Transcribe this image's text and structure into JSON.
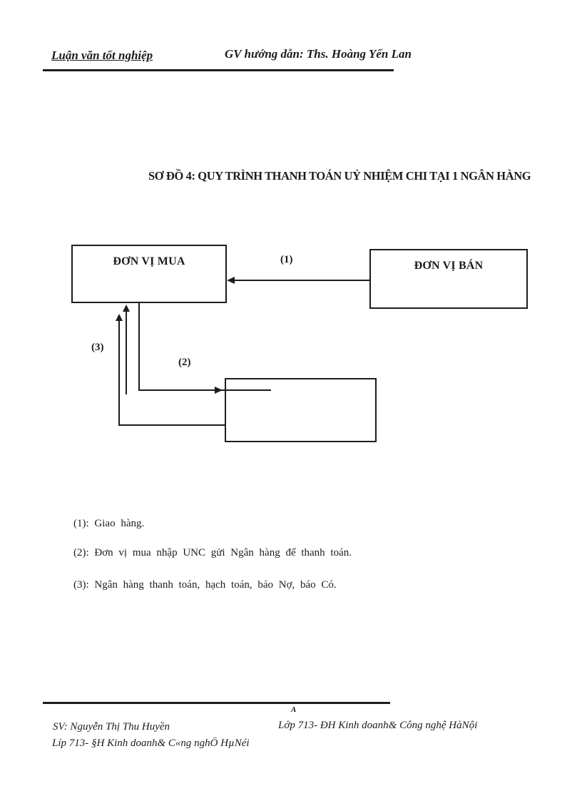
{
  "header": {
    "left": "Luận văn tốt nghiệp",
    "right": "GV hướng dẫn: Ths. Hoàng Yến Lan"
  },
  "title": "SƠ ĐỒ 4: QUY TRÌNH THANH TOÁN UỶ NHIỆM CHI TẠI 1 NGÂN HÀNG",
  "diagram": {
    "buyer_label": "ĐƠN VỊ MUA",
    "seller_label": "ĐƠN VỊ BÁN",
    "bank_label": "",
    "step1_label": "(1)",
    "step2_label": "(2)",
    "step3_label": "(3)"
  },
  "notes": [
    "(1): Giao hàng.",
    "(2): Đơn vị mua nhập UNC gửi Ngân hàng để thanh toán.",
    "(3): Ngân hàng thanh toán, hạch toán, báo Nợ, báo Có."
  ],
  "footer": {
    "mark": "A",
    "line1_left": "SV: Nguyễn Thị Thu Huyền",
    "line1_right": "Lớp 713- ĐH Kinh doanh& Công nghệ HàNội",
    "line2_left": "Líp 713- §H Kinh doanh& C«ng nghÖ HµNéi"
  },
  "colors": {
    "ink": "#1c1c1c",
    "background": "#ffffff"
  }
}
